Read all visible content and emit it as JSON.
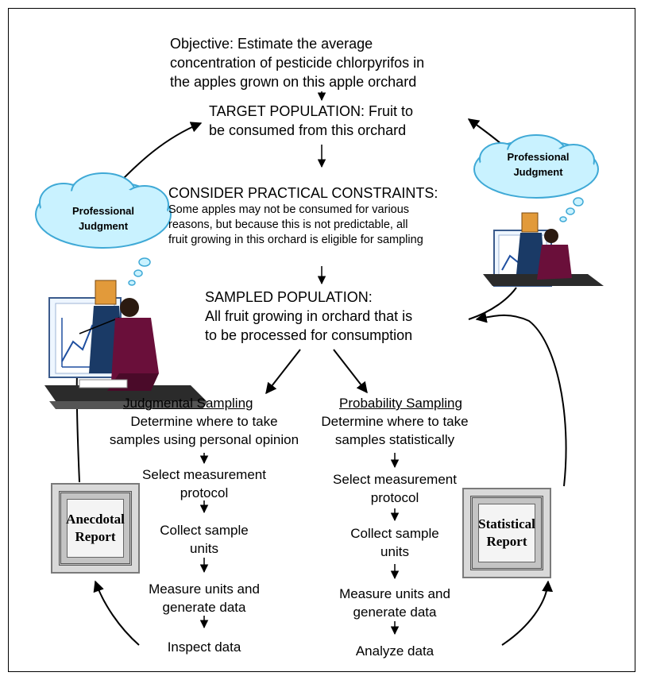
{
  "objective": "Objective: Estimate the average\nconcentration of pesticide chlorpyrifos in\nthe apples grown on this apple orchard",
  "target_population": "TARGET POPULATION: Fruit to\nbe consumed from this orchard",
  "constraints_heading": "CONSIDER PRACTICAL CONSTRAINTS:",
  "constraints_body": "Some apples may not be consumed for various\nreasons, but because this is not predictable, all\nfruit growing in this orchard is eligible for sampling",
  "sampled_population": "SAMPLED POPULATION:\nAll fruit growing in orchard that is\nto be processed for consumption",
  "clouds": {
    "left": "Professional\nJudgment",
    "right": "Professional\nJudgment"
  },
  "judgmental": {
    "heading": "Judgmental Sampling",
    "steps": [
      "Determine where to take\nsamples using personal opinion",
      "Select measurement\nprotocol",
      "Collect  sample\nunits",
      "Measure units and\ngenerate data",
      "Inspect data"
    ]
  },
  "probability": {
    "heading": "Probability Sampling",
    "steps": [
      "Determine where to take\nsamples statistically",
      "Select measurement\nprotocol",
      "Collect sample\nunits",
      "Measure units and\ngenerate data",
      "Analyze data"
    ]
  },
  "reports": {
    "anecdotal": "Anecdotal\nReport",
    "statistical": "Statistical\nReport"
  },
  "colors": {
    "cloud_fill": "#c9f2ff",
    "cloud_stroke": "#3fa9d6",
    "suit": "#6a0f3a",
    "board": "#eef6ff",
    "report_gray": "#d9d9d9"
  }
}
